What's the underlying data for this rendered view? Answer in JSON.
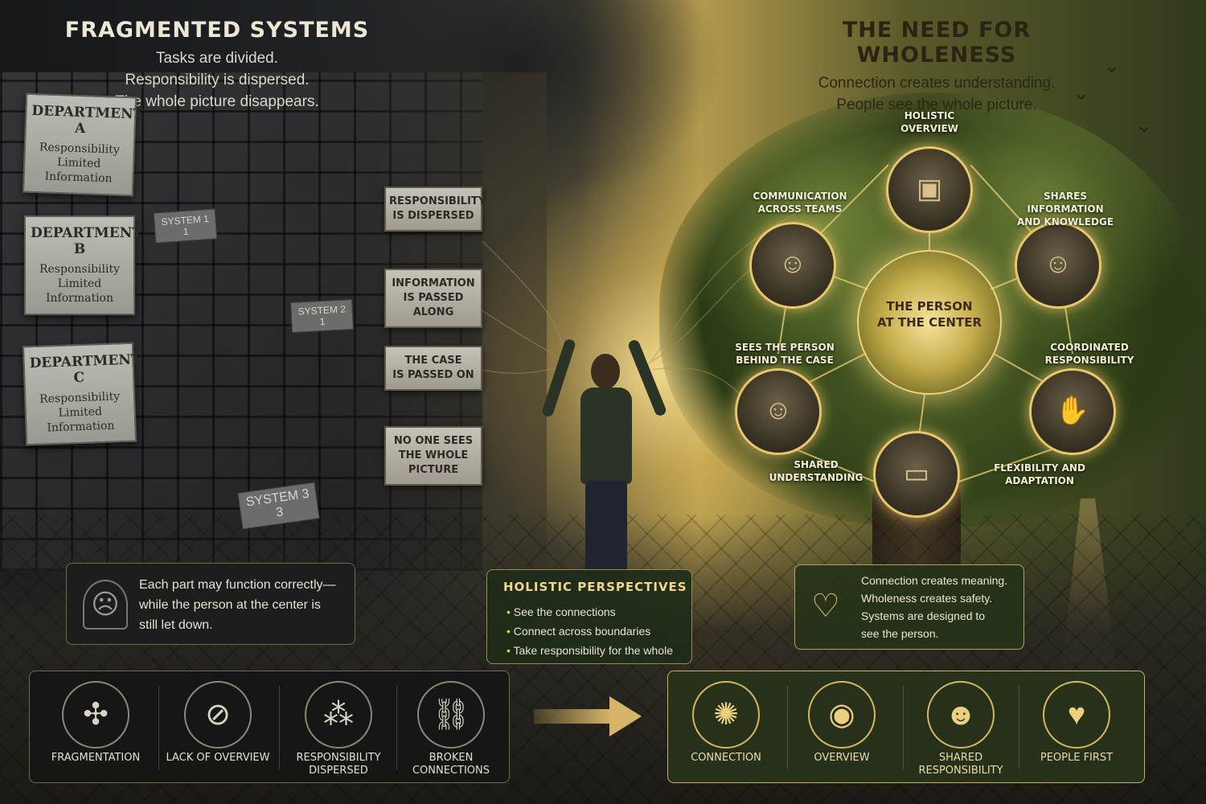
{
  "left": {
    "title": "FRAGMENTED SYSTEMS",
    "subtitle": [
      "Tasks are divided.",
      "Responsibility is dispersed.",
      "The whole picture disappears."
    ],
    "departments": [
      {
        "name": "DEPARTMENT A",
        "line1": "Responsibility",
        "line2": "Limited",
        "line3": "Information"
      },
      {
        "name": "DEPARTMENT B",
        "line1": "Responsibility",
        "line2": "Limited",
        "line3": "Information"
      },
      {
        "name": "DEPARTMENT C",
        "line1": "Responsibility",
        "line2": "Limited",
        "line3": "Information"
      }
    ],
    "systems": [
      {
        "name": "SYSTEM 1",
        "num": "1"
      },
      {
        "name": "SYSTEM 2",
        "num": "1"
      },
      {
        "name": "SYSTEM 3",
        "num": "3"
      }
    ],
    "signs": [
      {
        "l1": "RESPONSIBILITY",
        "l2": "IS DISPERSED",
        "l3": ""
      },
      {
        "l1": "INFORMATION",
        "l2": "IS PASSED ALONG",
        "l3": ""
      },
      {
        "l1": "THE CASE",
        "l2": "IS PASSED ON",
        "l3": ""
      },
      {
        "l1": "NO ONE SEES",
        "l2": "THE WHOLE",
        "l3": "PICTURE"
      }
    ],
    "info": {
      "l1": "Each part may function correctly—",
      "l2": "while the person at the center is",
      "l3": "still let down.",
      "icon": "sitting-person-icon"
    }
  },
  "right": {
    "title": "THE NEED FOR WHOLENESS",
    "subtitle": [
      "Connection creates understanding.",
      "People see the whole picture."
    ],
    "hub": {
      "l1": "THE PERSON",
      "l2": "AT THE CENTER"
    },
    "nodes": [
      {
        "l1": "HOLISTIC",
        "l2": "OVERVIEW"
      },
      {
        "l1": "COMMUNICATION",
        "l2": "ACROSS TEAMS"
      },
      {
        "l1": "SHARES INFORMATION",
        "l2": "AND KNOWLEDGE"
      },
      {
        "l1": "SEES THE PERSON",
        "l2": "BEHIND THE CASE"
      },
      {
        "l1": "COORDINATED",
        "l2": "RESPONSIBILITY"
      },
      {
        "l1": "SHARED",
        "l2": "UNDERSTANDING"
      },
      {
        "l1": "FLEXIBILITY AND",
        "l2": "ADAPTATION"
      }
    ],
    "info": {
      "l1": "Connection creates meaning.",
      "l2": "Wholeness creates safety.",
      "l3": "Systems are designed to",
      "l4": "see the person.",
      "icon": "heart-icon"
    }
  },
  "middle": {
    "title": "HOLISTIC PERSPECTIVES",
    "bullets": [
      "See the connections",
      "Connect across boundaries",
      "Take responsibility for the whole"
    ]
  },
  "bottom_left": [
    {
      "l1": "FRAGMENTATION",
      "l2": "",
      "icon": "puzzle-icon"
    },
    {
      "l1": "LACK OF OVERVIEW",
      "l2": "",
      "icon": "crossed-eye-icon"
    },
    {
      "l1": "RESPONSIBILITY",
      "l2": "DISPERSED",
      "icon": "scattered-people-icon"
    },
    {
      "l1": "BROKEN",
      "l2": "CONNECTIONS",
      "icon": "broken-chain-icon"
    }
  ],
  "bottom_right": [
    {
      "l1": "CONNECTION",
      "l2": "",
      "icon": "network-icon"
    },
    {
      "l1": "OVERVIEW",
      "l2": "",
      "icon": "eye-icon"
    },
    {
      "l1": "SHARED",
      "l2": "RESPONSIBILITY",
      "icon": "group-icon"
    },
    {
      "l1": "PEOPLE FIRST",
      "l2": "",
      "icon": "people-heart-icon"
    }
  ],
  "colors": {
    "accent": "#e9c66a",
    "dark_panel": "#1c1c1c",
    "green_panel": "#28321a"
  }
}
